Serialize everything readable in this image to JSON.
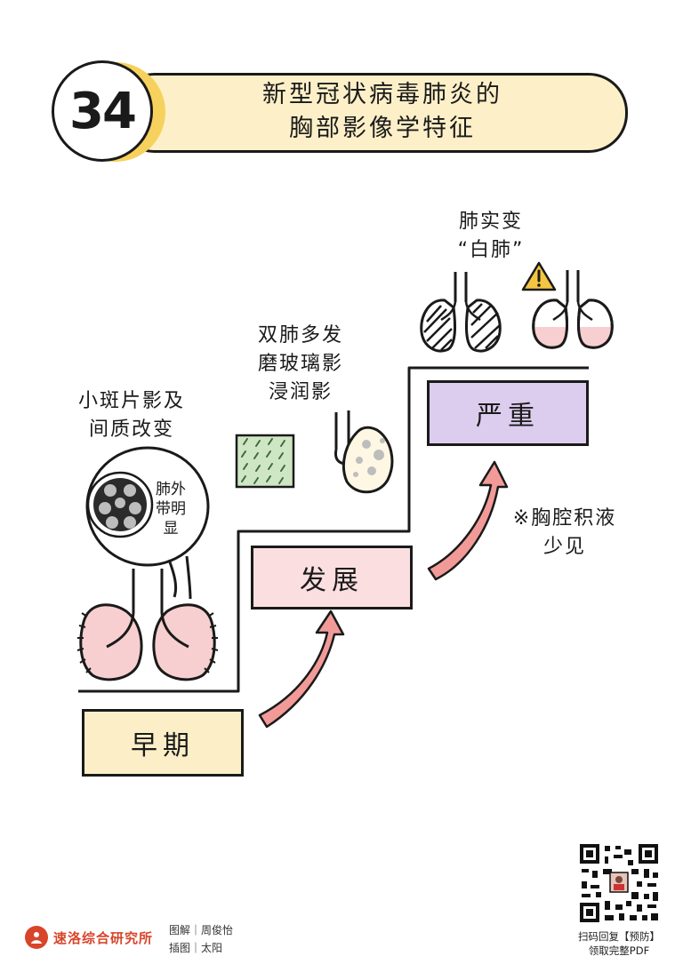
{
  "header": {
    "number": "34",
    "title_line1": "新型冠状病毒肺炎的",
    "title_line2": "胸部影像学特征"
  },
  "stages": {
    "early": "早期",
    "development": "发展",
    "severe": "严重"
  },
  "early_label": {
    "line1": "小斑片影及",
    "line2": "间质改变",
    "bubble_line1": "肺外",
    "bubble_line2": "带明",
    "bubble_line3": "显"
  },
  "development_label": {
    "line1": "双肺多发",
    "line2": "磨玻璃影",
    "line3": "浸润影"
  },
  "severe_label": {
    "line1": "肺实变",
    "line2": "“白肺”"
  },
  "note": {
    "line1": "※胸腔积液",
    "line2": "少见"
  },
  "footer": {
    "org": "速洛综合研究所",
    "credit_line1": "图解｜周俊怡",
    "credit_line2": "插图｜太阳",
    "qr_line1": "扫码回复【预防】",
    "qr_line2": "领取完整PDF"
  },
  "colors": {
    "early_fill": "#fcefc7",
    "development_fill": "#fbdfe0",
    "severe_fill": "#dccdee",
    "arrow_fill": "#f29a98",
    "lung_fill": "#f8cfd0",
    "ggo_fill": "#cfe6c4",
    "warning": "#f4c542",
    "header_accent": "#f6d15d",
    "brand": "#d8452b"
  }
}
